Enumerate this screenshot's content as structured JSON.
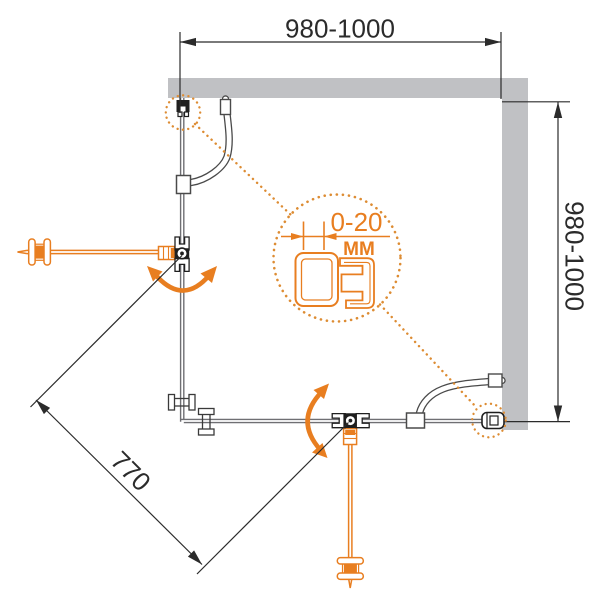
{
  "colors": {
    "wall": "#C0C1C4",
    "line": "#2B2B2B",
    "glass": "#6F6F73",
    "metal": "#4A4A4A",
    "accent": "#E87E20",
    "dots": "#DD8C33"
  },
  "dimensions": {
    "width": {
      "label": "980-1000"
    },
    "depth": {
      "label": "980-1000"
    },
    "entry": {
      "label": "770"
    }
  },
  "detail": {
    "range": "0-20",
    "unit": "ММ"
  }
}
